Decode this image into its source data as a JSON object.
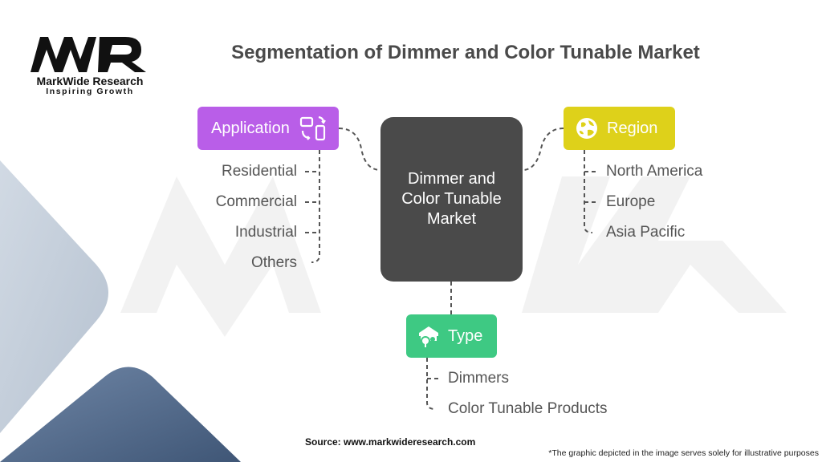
{
  "brand": {
    "name": "MarkWide Research",
    "tagline": "Inspiring Growth"
  },
  "title": "Segmentation of Dimmer and Color Tunable Market",
  "center": {
    "label": "Dimmer and Color Tunable Market"
  },
  "segments": {
    "application": {
      "label": "Application",
      "icon": "devices-icon",
      "color": "#b95ee8",
      "items": [
        "Residential",
        "Commercial",
        "Industrial",
        "Others"
      ]
    },
    "region": {
      "label": "Region",
      "icon": "globe-icon",
      "color": "#ded11a",
      "items": [
        "North America",
        "Europe",
        "Asia Pacific"
      ]
    },
    "type": {
      "label": "Type",
      "icon": "house-tree-icon",
      "color": "#3ec983",
      "items": [
        "Dimmers",
        "Color Tunable Products"
      ]
    }
  },
  "footer": {
    "source": "Source: www.markwideresearch.com",
    "disclaimer": "*The graphic depicted in the image serves solely for illustrative purposes"
  }
}
